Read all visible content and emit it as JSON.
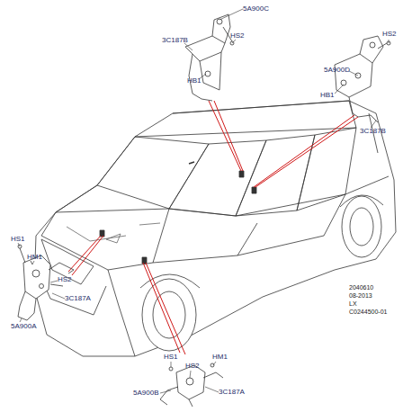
{
  "diagram": {
    "labels": [
      "5A900C",
      "3C187B",
      "HS2",
      "HB1",
      "HS2",
      "5A900D",
      "HB1",
      "3C187B",
      "HS1",
      "HM1",
      "HS2",
      "3C187A",
      "5A900A",
      "HS1",
      "HM1",
      "HS2",
      "5A900B",
      "3C187A",
      "2040610",
      "08-2013",
      "LX",
      "C0244500-01"
    ]
  }
}
